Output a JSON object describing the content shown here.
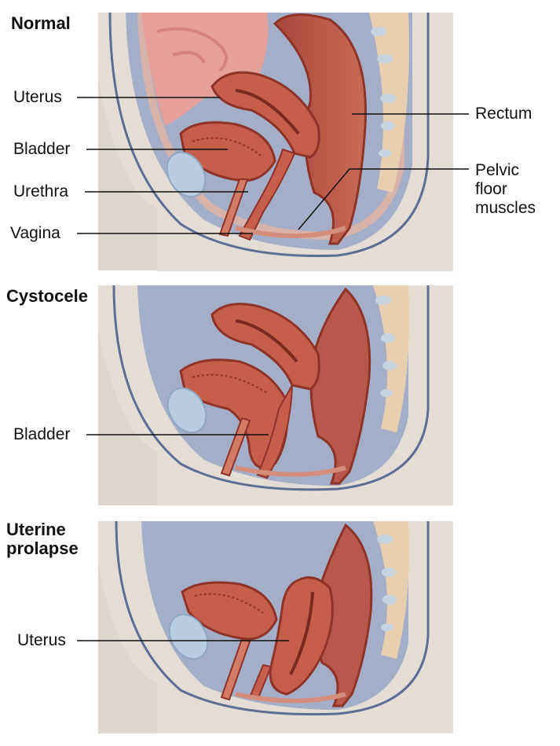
{
  "panels": {
    "normal": {
      "title": "Normal",
      "labels": {
        "uterus": "Uterus",
        "bladder": "Bladder",
        "urethra": "Urethra",
        "vagina": "Vagina",
        "rectum": "Rectum",
        "pelvic_floor": "Pelvic\nfloor\nmuscles"
      }
    },
    "cystocele": {
      "title": "Cystocele",
      "labels": {
        "bladder": "Bladder"
      }
    },
    "uterine_prolapse": {
      "title": "Uterine\nprolapse",
      "labels": {
        "uterus": "Uterus"
      }
    }
  },
  "colors": {
    "background_tissue": "#ddd6cf",
    "body_outline": "#5e6d92",
    "cavity": "#9aa6c7",
    "organ": "#c55f4c",
    "organ_dark": "#8e3328",
    "organ_light": "#e08f7c",
    "intestine": "#e6a09a",
    "bone": "#e7cfb0",
    "pubic_bone": "#b8cde2"
  },
  "icons": [
    "bladder-illustration",
    "uterus-illustration",
    "rectum-illustration"
  ]
}
